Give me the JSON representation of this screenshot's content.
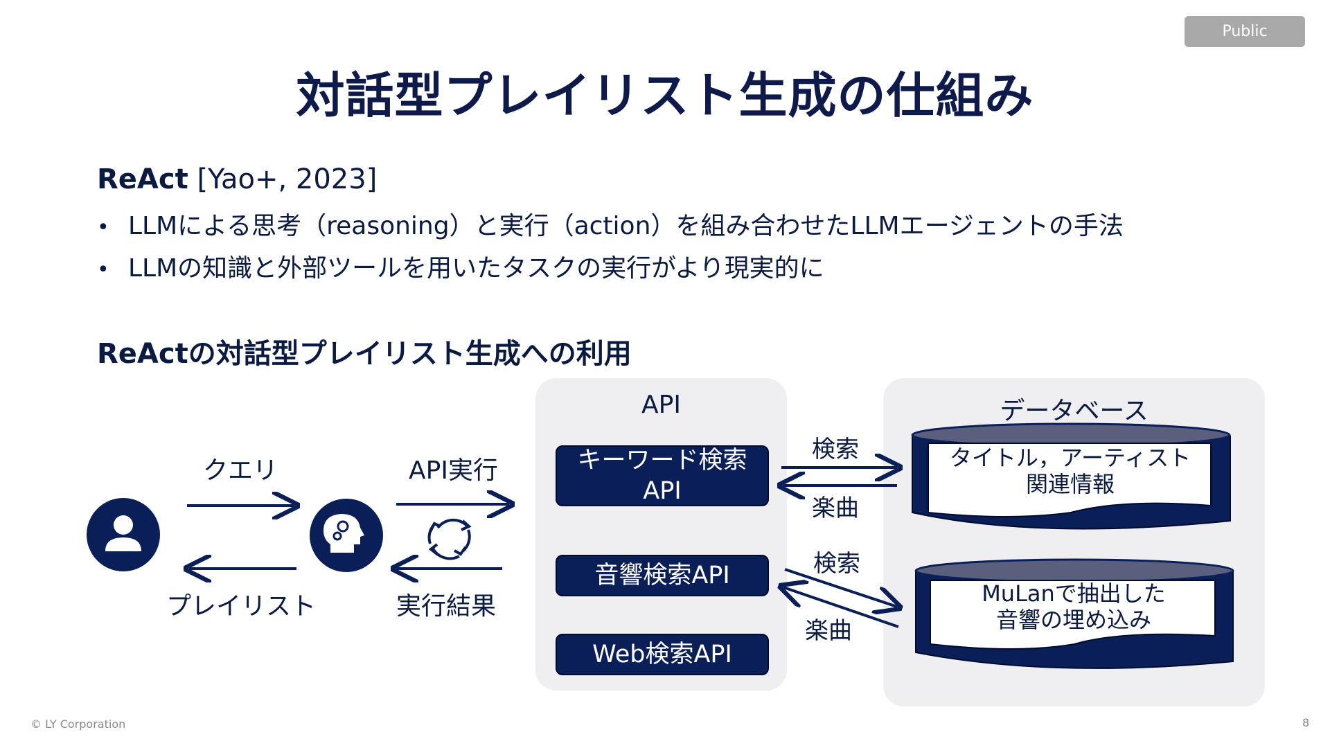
{
  "badge": "Public",
  "title": "対話型プレイリスト生成の仕組み",
  "react": {
    "name": "ReAct",
    "citation": "[Yao+, 2023]",
    "bullets": [
      "LLMによる思考（reasoning）と実行（action）を組み合わせたLLMエージェントの手法",
      "LLMの知識と外部ツールを用いたタスクの実行がより現実的に"
    ]
  },
  "subheading": "ReActの対話型プレイリスト生成への利用",
  "diagram": {
    "query_label": "クエリ",
    "playlist_label": "プレイリスト",
    "api_exec_label": "API実行",
    "exec_result_label": "実行結果",
    "api_panel": {
      "title": "API",
      "buttons": [
        "キーワード検索\nAPI",
        "音響検索API",
        "Web検索API"
      ]
    },
    "db_panel": {
      "title": "データベース",
      "databases": [
        "タイトル，アーティスト\n関連情報",
        "MuLanで抽出した\n音響の埋め込み"
      ]
    },
    "search_label": "検索",
    "music_label": "楽曲",
    "colors": {
      "navy": "#0a1e57",
      "panel": "#efeff2"
    },
    "icons": [
      "user-icon",
      "brain-gear-icon",
      "refresh-cycle-icon"
    ]
  },
  "footer": "© LY Corporation",
  "page_number": "8"
}
